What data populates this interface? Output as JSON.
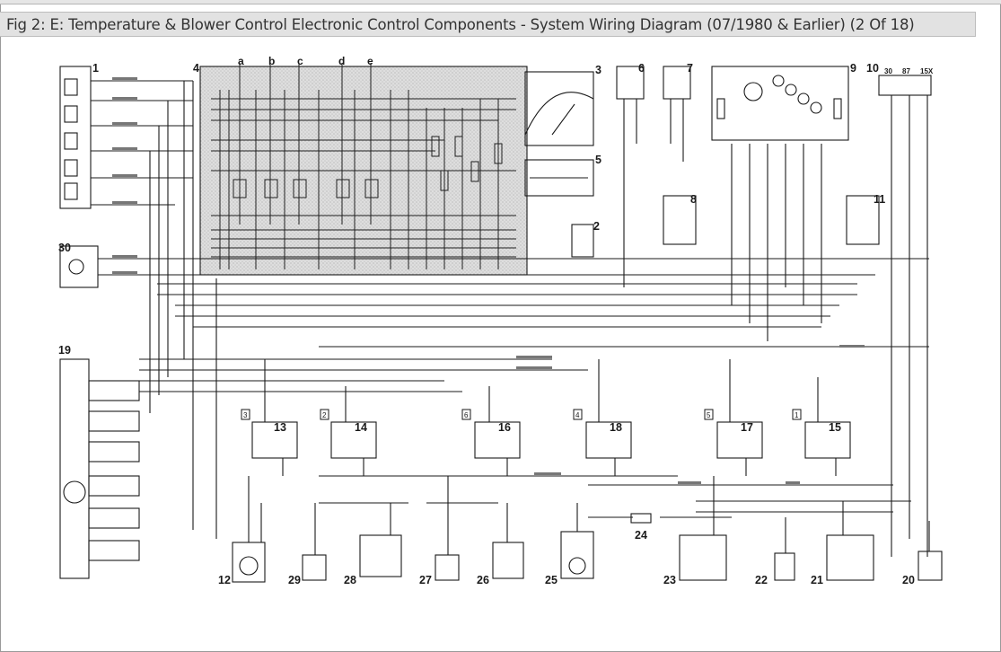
{
  "title": "Fig 2: E: Temperature & Blower Control Electronic Control Components - System Wiring Diagram (07/1980 & Earlier) (2 Of 18)",
  "diagram": {
    "control_switch_labels": [
      "a",
      "b",
      "c",
      "d",
      "e"
    ],
    "terminal_labels": [
      "30",
      "87",
      "15X"
    ],
    "component_numbers": {
      "c1": "1",
      "c2": "2",
      "c3": "3",
      "c4": "4",
      "c5": "5",
      "c6": "6",
      "c7": "7",
      "c8": "8",
      "c9": "9",
      "c10": "10",
      "c11": "11",
      "c12": "12",
      "c13": "13",
      "c14": "14",
      "c15": "15",
      "c16": "16",
      "c17": "17",
      "c18": "18",
      "c19": "19",
      "c20": "20",
      "c21": "21",
      "c22": "22",
      "c23": "23",
      "c24": "24",
      "c25": "25",
      "c26": "26",
      "c27": "27",
      "c28": "28",
      "c29": "29",
      "c30": "30"
    },
    "box_tags": {
      "t13": "3",
      "t14": "2",
      "t16": "6",
      "t18": "4",
      "t17": "5",
      "t15": "1"
    }
  }
}
